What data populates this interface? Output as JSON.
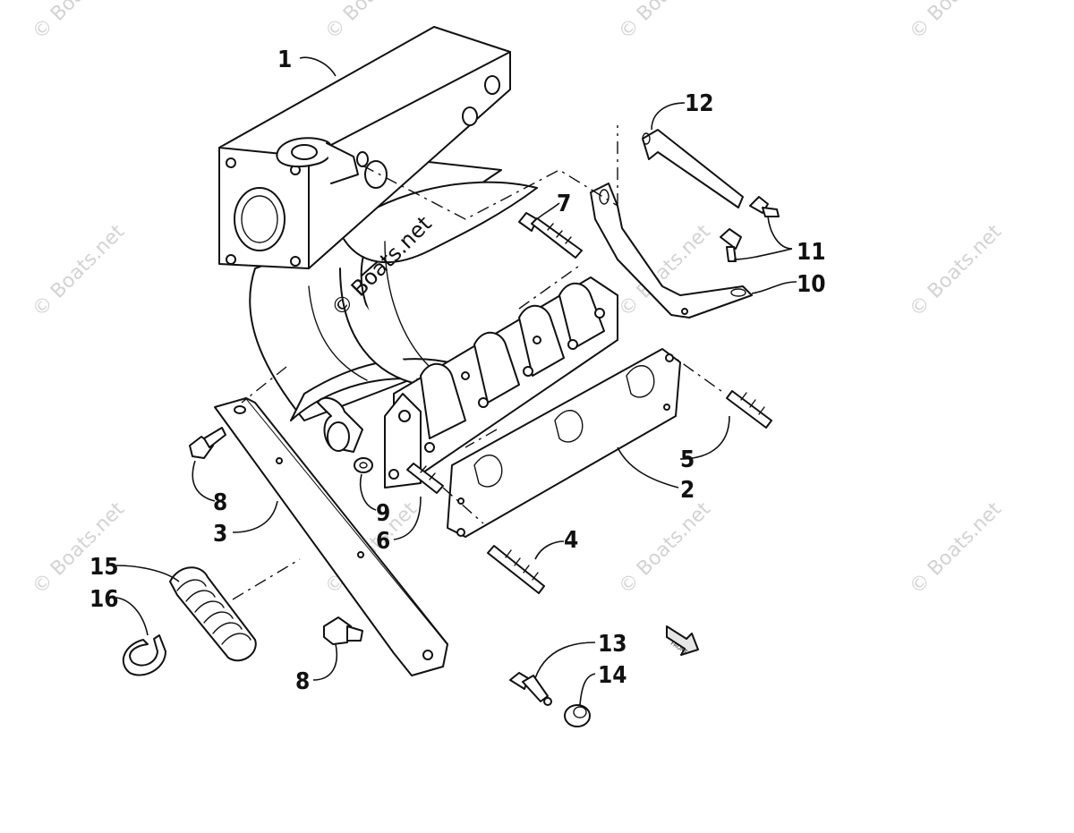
{
  "watermarks": {
    "text": "© Boats.net",
    "center_text": "© Boats.net"
  },
  "callouts": [
    {
      "id": "1",
      "label": "1"
    },
    {
      "id": "2",
      "label": "2"
    },
    {
      "id": "3",
      "label": "3"
    },
    {
      "id": "4",
      "label": "4"
    },
    {
      "id": "5",
      "label": "5"
    },
    {
      "id": "6",
      "label": "6"
    },
    {
      "id": "7",
      "label": "7"
    },
    {
      "id": "8a",
      "label": "8"
    },
    {
      "id": "8b",
      "label": "8"
    },
    {
      "id": "9",
      "label": "9"
    },
    {
      "id": "10",
      "label": "10"
    },
    {
      "id": "11",
      "label": "11"
    },
    {
      "id": "12",
      "label": "12"
    },
    {
      "id": "13",
      "label": "13"
    },
    {
      "id": "14",
      "label": "14"
    },
    {
      "id": "15",
      "label": "15"
    },
    {
      "id": "16",
      "label": "16"
    }
  ],
  "direction_marker": {
    "label": "FRONT",
    "icon": "front-arrow-icon"
  },
  "colors": {
    "line": "#111111",
    "watermark": "#d3d3d3",
    "background": "#ffffff"
  }
}
